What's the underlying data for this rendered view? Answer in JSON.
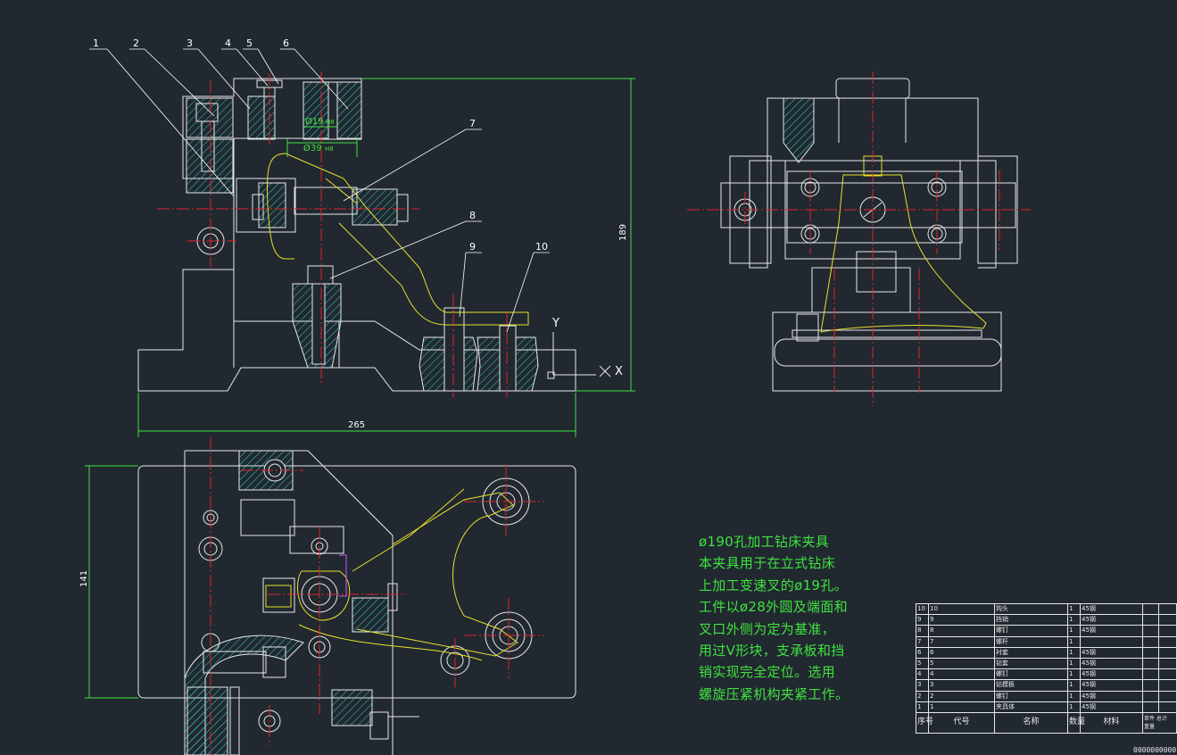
{
  "callouts": {
    "top": [
      "1",
      "2",
      "3",
      "4",
      "5",
      "6"
    ],
    "p7": "7",
    "p8": "8",
    "p9": "9",
    "p10": "10"
  },
  "dimensions": {
    "width_front": "265",
    "height_front": "189",
    "height_plan": "141",
    "dia_19": "Ø19",
    "dia_19_tol": "H8",
    "dia_39": "Ø39",
    "dia_39_tol": "H8"
  },
  "axes": {
    "y": "Y",
    "x": "X"
  },
  "note": {
    "lines": [
      "ø190孔加工钻床夹具",
      "本夹具用于在立式钻床",
      "上加工变速叉的ø19孔。",
      "工件以ø28外圆及端面和",
      "叉口外侧为定为基准，",
      "用过V形块，支承板和挡",
      "销实现完全定位。选用",
      "螺旋压紧机构夹紧工作。"
    ]
  },
  "bom": {
    "rows": [
      {
        "seq": "10",
        "code": "10",
        "name": "钩头",
        "qty": "1",
        "material": "45钢"
      },
      {
        "seq": "9",
        "code": "9",
        "name": "挡销",
        "qty": "1",
        "material": "45钢"
      },
      {
        "seq": "8",
        "code": "8",
        "name": "螺钉",
        "qty": "1",
        "material": "45钢"
      },
      {
        "seq": "7",
        "code": "7",
        "name": "螺杆",
        "qty": "1",
        "material": ""
      },
      {
        "seq": "6",
        "code": "6",
        "name": "衬套",
        "qty": "1",
        "material": "45钢"
      },
      {
        "seq": "5",
        "code": "5",
        "name": "钻套",
        "qty": "1",
        "material": "45钢"
      },
      {
        "seq": "4",
        "code": "4",
        "name": "螺钉",
        "qty": "1",
        "material": "45钢"
      },
      {
        "seq": "3",
        "code": "3",
        "name": "钻模板",
        "qty": "1",
        "material": "45钢"
      },
      {
        "seq": "2",
        "code": "2",
        "name": "螺钉",
        "qty": "1",
        "material": "45钢"
      },
      {
        "seq": "1",
        "code": "1",
        "name": "夹具体",
        "qty": "1",
        "material": "45钢"
      }
    ],
    "header": {
      "seq": "序号",
      "code": "代号",
      "name": "名称",
      "qty": "数量",
      "material": "材料",
      "unit": "单件",
      "total": "总计",
      "weight": "重量"
    },
    "footer_code": "0000000000"
  }
}
